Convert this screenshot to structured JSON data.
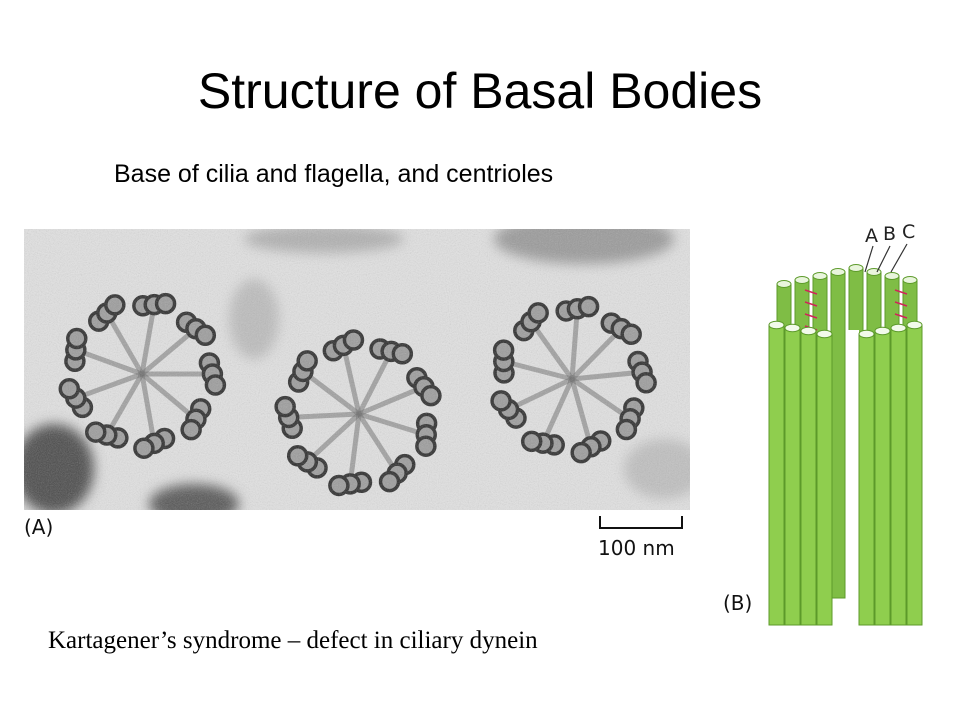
{
  "slide": {
    "title": "Structure of Basal Bodies",
    "subtitle": "Base of cilia and flagella, and centrioles",
    "footer": "Kartagener’s syndrome – defect in ciliary dynein"
  },
  "figure_a": {
    "panel_label": "(A)",
    "scale_bar_label": "100 nm"
  },
  "figure_b": {
    "panel_label": "(B)",
    "tubule_labels": [
      "A",
      "B",
      "C"
    ],
    "colors": {
      "tubule": "#8fce4e",
      "tubule_dark": "#5c9a2a",
      "linker": "#d0245a"
    }
  }
}
